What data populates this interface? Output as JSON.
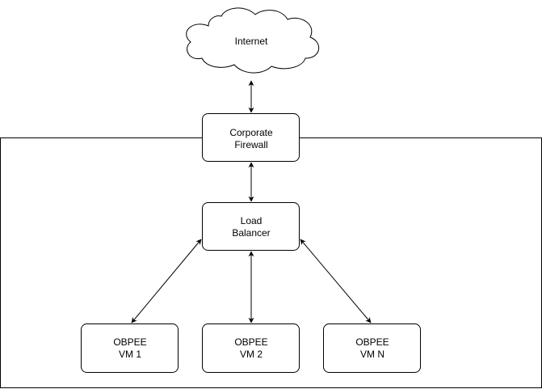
{
  "nodes": {
    "internet": {
      "label": "Internet"
    },
    "firewall": {
      "line1": "Corporate",
      "line2": "Firewall"
    },
    "load_balancer": {
      "line1": "Load",
      "line2": "Balancer"
    },
    "vm1": {
      "line1": "OBPEE",
      "line2": "VM 1"
    },
    "vm2": {
      "line1": "OBPEE",
      "line2": "VM 2"
    },
    "vmn": {
      "line1": "OBPEE",
      "line2": "VM N"
    }
  }
}
